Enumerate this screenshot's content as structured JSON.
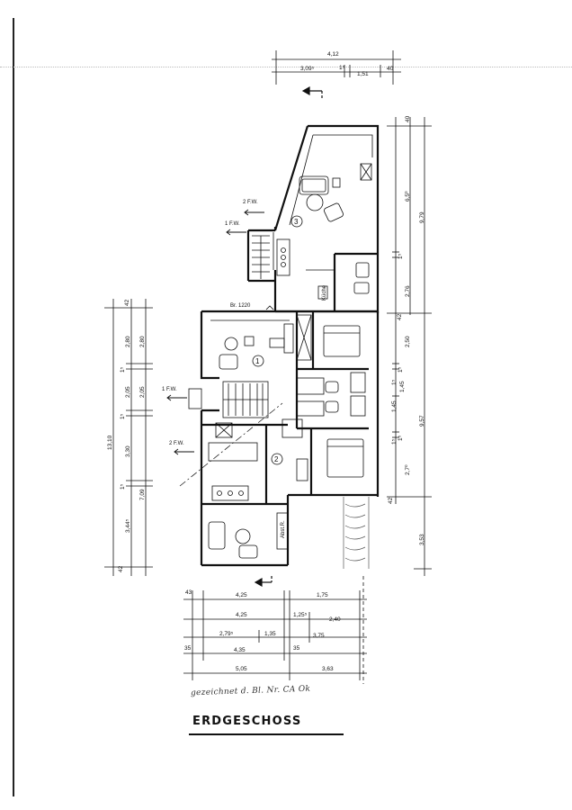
{
  "plan": {
    "title": "ERDGESCHOSS",
    "signature": "gezeichnet d. Bl. Nr. CA Ok",
    "rooms": [
      {
        "label": "3"
      },
      {
        "label": "1"
      },
      {
        "label": "2"
      }
    ],
    "escape_routes": [
      {
        "label": "2 F.W."
      },
      {
        "label": "1 F.W."
      },
      {
        "label": "1 F.W."
      },
      {
        "label": "2 F.W."
      }
    ],
    "annotations": {
      "floor_level": "Br. 1220",
      "kitchen_note": "Küche",
      "shaft_note": "Abst.R."
    },
    "dims_top": [
      "4,12",
      "3,09⁵",
      "1⁵",
      "1,51",
      "40"
    ],
    "dims_right_outer": [
      "40",
      "9,79",
      "42",
      "9,57",
      "3,53"
    ],
    "dims_right_inner": [
      "6,5⁰",
      "1⁵",
      "2,76",
      "2,50",
      "1⁵",
      "1,45",
      "1⁵",
      "2,7⁰"
    ],
    "dims_right_mid": [
      "1,45",
      "1⁵",
      "1⁵",
      "42"
    ],
    "dims_left_outer": [
      "42",
      "13,10",
      "42"
    ],
    "dims_left_mid": [
      "2,80",
      "1⁵",
      "2,05",
      "1⁵",
      "3,30",
      "1⁵",
      "3,44⁵"
    ],
    "dims_left_inner": [
      "2,80",
      "2,05",
      "7,09"
    ],
    "dims_bottom_row1": [
      "43",
      "4,25",
      "1,75"
    ],
    "dims_bottom_row2": [
      "4,25",
      "1,25⁵",
      "2,40"
    ],
    "dims_bottom_row3": [
      "2,79⁵",
      "1,35",
      "3,75"
    ],
    "dims_bottom_row4": [
      "35",
      "4,35",
      "35"
    ],
    "dims_bottom_row5": [
      "5,05",
      "3,63"
    ]
  }
}
